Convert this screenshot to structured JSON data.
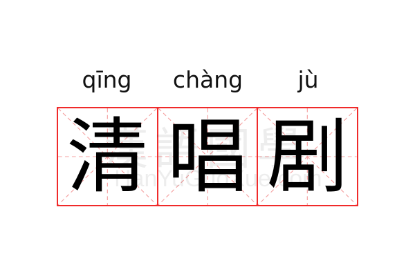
{
  "word": {
    "pinyin": [
      "qīng",
      "chàng",
      "jù"
    ],
    "characters": [
      "清",
      "唱",
      "剧"
    ]
  },
  "watermark": {
    "chinese": "漢語國學",
    "latin": "HanYuGuoXue.com"
  },
  "colors": {
    "grid_border": "#f02a2a",
    "guide_lines": "#f5a0a0",
    "text": "#000000"
  }
}
